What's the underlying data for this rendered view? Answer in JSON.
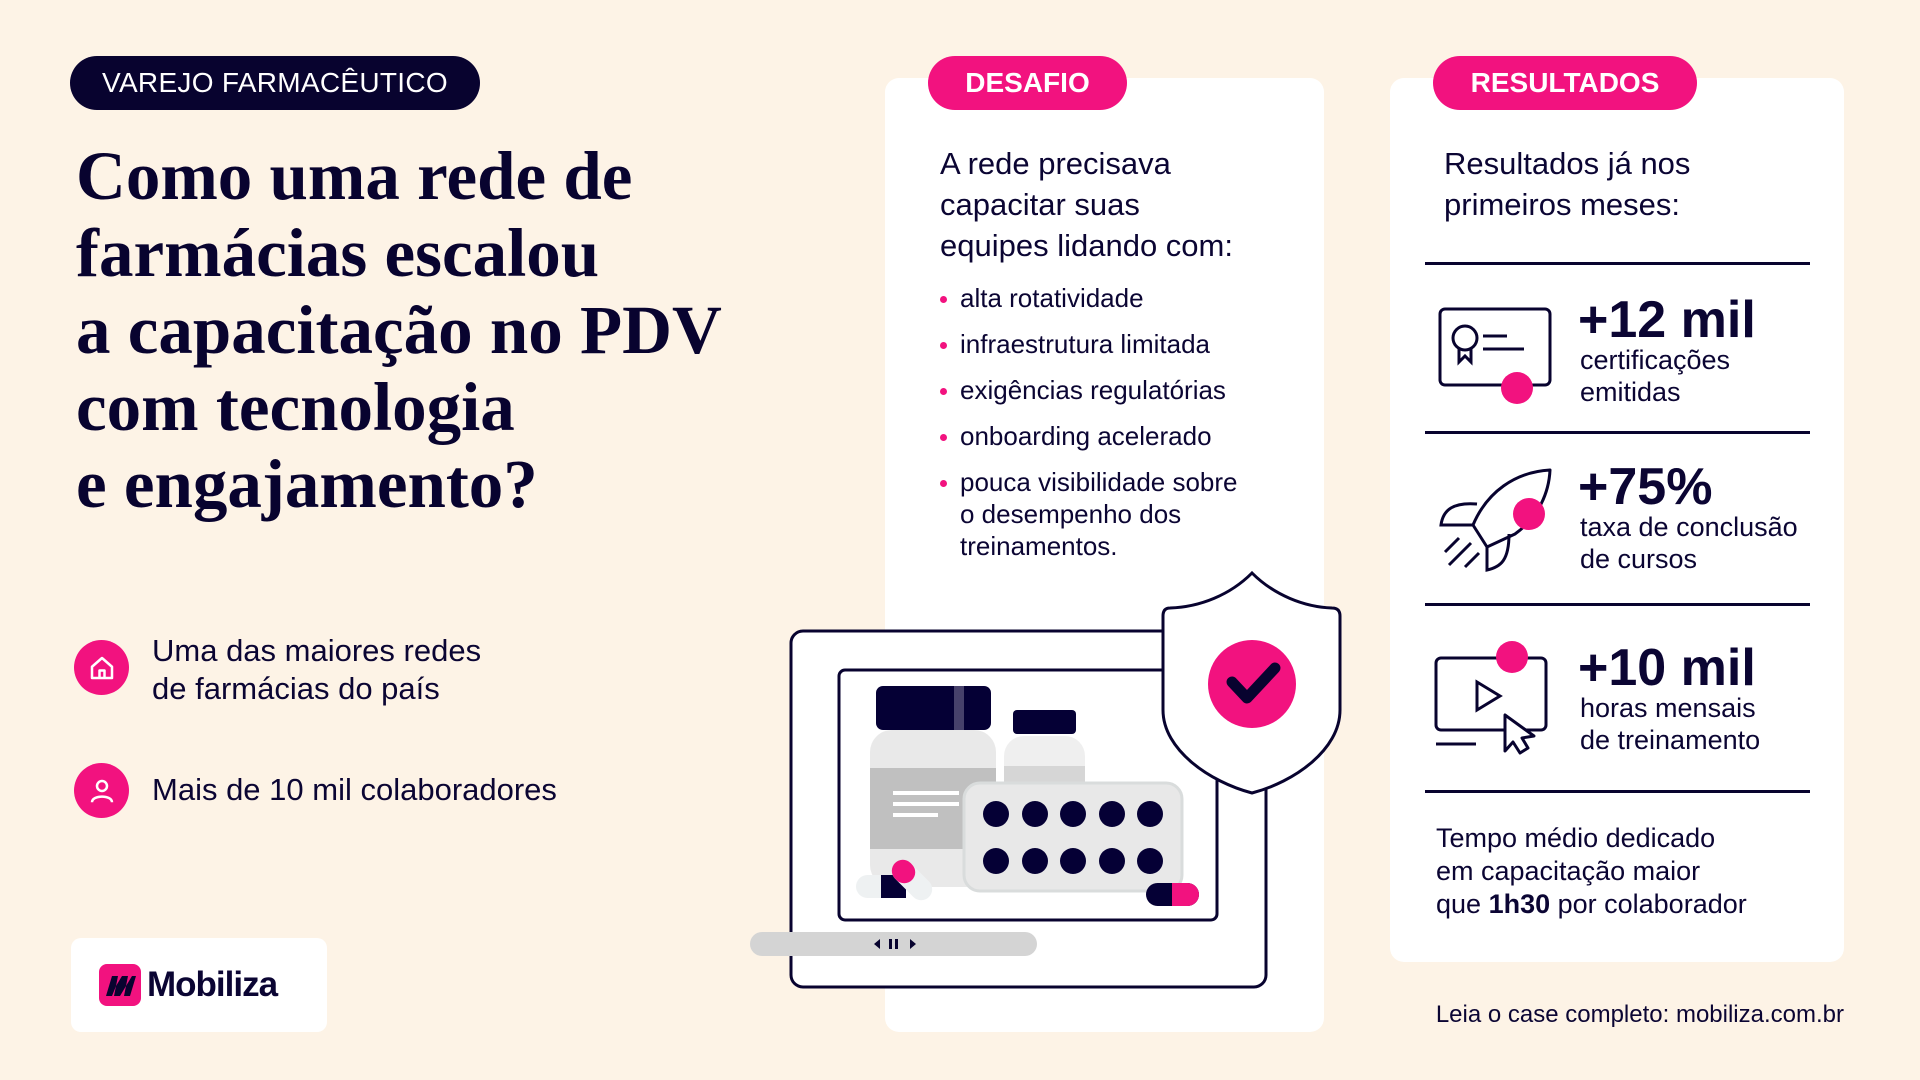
{
  "tag": "VAREJO FARMACÊUTICO",
  "title": "Como uma rede de\nfarmácias escalou\na capacitação no PDV\ncom tecnologia\ne engajamento?",
  "features": [
    {
      "icon": "home-icon",
      "line1": "Uma das maiores redes",
      "line2": "de farmácias do país"
    },
    {
      "icon": "user-icon",
      "text": "Mais de 10 mil colaboradores"
    }
  ],
  "logo": {
    "text": "Mobiliza"
  },
  "challenge": {
    "badge": "DESAFIO",
    "intro": [
      "A rede precisava",
      "capacitar suas",
      "equipes lidando com:"
    ],
    "bullets": [
      [
        "alta rotatividade"
      ],
      [
        "infraestrutura limitada"
      ],
      [
        "exigências regulatórias"
      ],
      [
        "onboarding acelerado"
      ],
      [
        "pouca visibilidade sobre",
        "o desempenho dos",
        "treinamentos."
      ]
    ]
  },
  "results": {
    "badge": "RESULTADOS",
    "intro": [
      "Resultados já nos",
      "primeiros meses:"
    ],
    "items": [
      {
        "icon": "certificate-icon",
        "value": "+12 mil",
        "line1": "certificações",
        "line2": "emitidas"
      },
      {
        "icon": "rocket-icon",
        "value": "+75%",
        "line1": "taxa de conclusão",
        "line2": "de cursos"
      },
      {
        "icon": "video-play-icon",
        "value": "+10 mil",
        "line1": "horas mensais",
        "line2": "de treinamento"
      }
    ],
    "footnote": {
      "line1": "Tempo médio dedicado",
      "line2": "em capacitação maior",
      "line3_pre": "que ",
      "line3_bold": "1h30",
      "line3_post": " por colaborador"
    }
  },
  "footer": "Leia o case completo: mobiliza.com.br",
  "colors": {
    "accent": "#f2127f",
    "navy": "#08032f",
    "background": "#fdf3e6"
  }
}
